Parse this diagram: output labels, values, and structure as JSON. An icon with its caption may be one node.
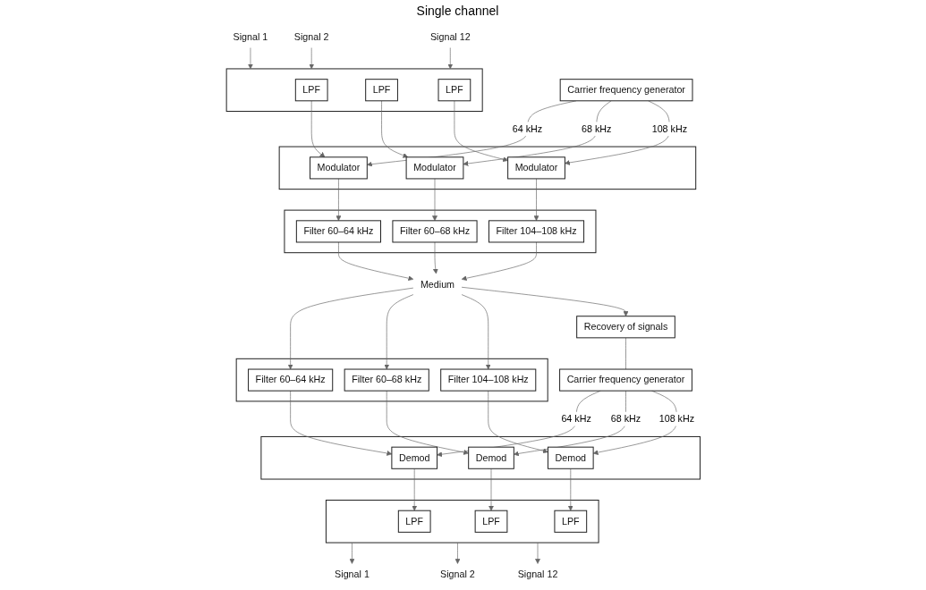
{
  "diagram": {
    "nodes": [
      {
        "text": [
          "Carrier frequency generator"
        ]
      },
      {
        "text": [
          "Signal 1"
        ]
      },
      {
        "text": [
          "Signal 2"
        ]
      },
      {
        "text": [
          "Signal 12"
        ]
      },
      {
        "text": [],
        "shape": "box"
      },
      {
        "text": [
          "LPF"
        ],
        "in": 4
      },
      {
        "text": [
          "LPF"
        ],
        "in": 4
      },
      {
        "text": [
          "LPF"
        ],
        "in": 4
      },
      {
        "text": [],
        "shape": "box"
      },
      {
        "text": [
          "Modulator"
        ],
        "in": 8
      },
      {
        "text": [
          "Modulator"
        ],
        "in": 8
      },
      {
        "text": [
          "Modulator"
        ],
        "in": 8
      },
      {
        "text": [],
        "shape": "box"
      },
      {
        "text": [
          "Filter 60–64 kHz"
        ],
        "in": 12
      },
      {
        "text": [
          "Filter 60–68 kHz"
        ],
        "in": 12
      },
      {
        "text": [
          "Filter 104–108 kHz"
        ],
        "in": 12
      },
      {
        "text": [
          "Medium"
        ]
      },
      {
        "text": [
          "Signal 1"
        ]
      },
      {
        "text": [
          "Signal 2"
        ]
      },
      {
        "text": [
          "Signal 12"
        ]
      },
      {
        "text": [],
        "shape": "box"
      },
      {
        "text": [
          "LPF"
        ],
        "in": 20
      },
      {
        "text": [
          "LPF"
        ],
        "in": 20
      },
      {
        "text": [
          "LPF"
        ],
        "in": 20
      },
      {
        "text": [],
        "shape": "box"
      },
      {
        "text": [
          "Demod"
        ],
        "in": 24
      },
      {
        "text": [
          "Demod"
        ],
        "in": 24
      },
      {
        "text": [
          "Demod"
        ],
        "in": 24
      },
      {
        "text": [],
        "shape": "box"
      },
      {
        "text": [
          "Filter 60–64 kHz"
        ],
        "in": 28
      },
      {
        "text": [
          "Filter 60–68 kHz"
        ],
        "in": 28
      },
      {
        "text": [
          "Filter 104–108 kHz"
        ],
        "in": 28
      },
      {
        "text": [
          "Carrier frequency generator"
        ]
      },
      {
        "text": [
          "Recovery of signals"
        ]
      }
    ],
    "edges": [
      {
        "from": 1,
        "to": 4,
        "arrow": "to"
      },
      {
        "from": 2,
        "to": 4,
        "arrow": "to"
      },
      {
        "from": 3,
        "to": 4,
        "arrow": "to"
      },
      {
        "from": 5,
        "to": 9,
        "arrow": "to"
      },
      {
        "from": 6,
        "to": 10,
        "arrow": "to"
      },
      {
        "from": 7,
        "to": 11,
        "arrow": "to"
      },
      {
        "from": 0,
        "to": 9,
        "arrow": "to",
        "label": "64 kHz"
      },
      {
        "from": 0,
        "to": 10,
        "arrow": "to",
        "label": "68 kHz"
      },
      {
        "from": 0,
        "to": 11,
        "arrow": "to",
        "label": "108 kHz"
      },
      {
        "from": 9,
        "to": 13,
        "arrow": "to"
      },
      {
        "from": 10,
        "to": 14,
        "arrow": "to"
      },
      {
        "from": 11,
        "to": 15,
        "arrow": "to"
      },
      {
        "from": 13,
        "to": 16,
        "arrow": "to"
      },
      {
        "from": 14,
        "to": 16,
        "arrow": "to"
      },
      {
        "from": 15,
        "to": 16,
        "arrow": "to"
      },
      {
        "from": 16,
        "to": 29,
        "arrow": "to"
      },
      {
        "from": 16,
        "to": 30,
        "arrow": "to"
      },
      {
        "from": 16,
        "to": 31,
        "arrow": "to"
      },
      {
        "from": 16,
        "to": 33,
        "arrow": "to"
      },
      {
        "from": 29,
        "to": 25,
        "arrow": "to"
      },
      {
        "from": 30,
        "to": 26,
        "arrow": "to"
      },
      {
        "from": 31,
        "to": 27,
        "arrow": "to"
      },
      {
        "from": 32,
        "to": 25,
        "arrow": "to",
        "label": "64 kHz"
      },
      {
        "from": 32,
        "to": 26,
        "arrow": "to",
        "label": "68 kHz"
      },
      {
        "from": 32,
        "to": 27,
        "arrow": "to",
        "label": "108 kHz"
      },
      {
        "from": 33,
        "to": 32,
        "arrow": "none"
      },
      {
        "from": 25,
        "to": 21,
        "arrow": "to"
      },
      {
        "from": 26,
        "to": 22,
        "arrow": "to"
      },
      {
        "from": 27,
        "to": 23,
        "arrow": "to"
      },
      {
        "from": 20,
        "to": 17,
        "arrow": "to"
      },
      {
        "from": 20,
        "to": 18,
        "arrow": "to"
      },
      {
        "from": 20,
        "to": 19,
        "arrow": "to"
      }
    ],
    "labels": [
      "Single channel"
    ]
  }
}
